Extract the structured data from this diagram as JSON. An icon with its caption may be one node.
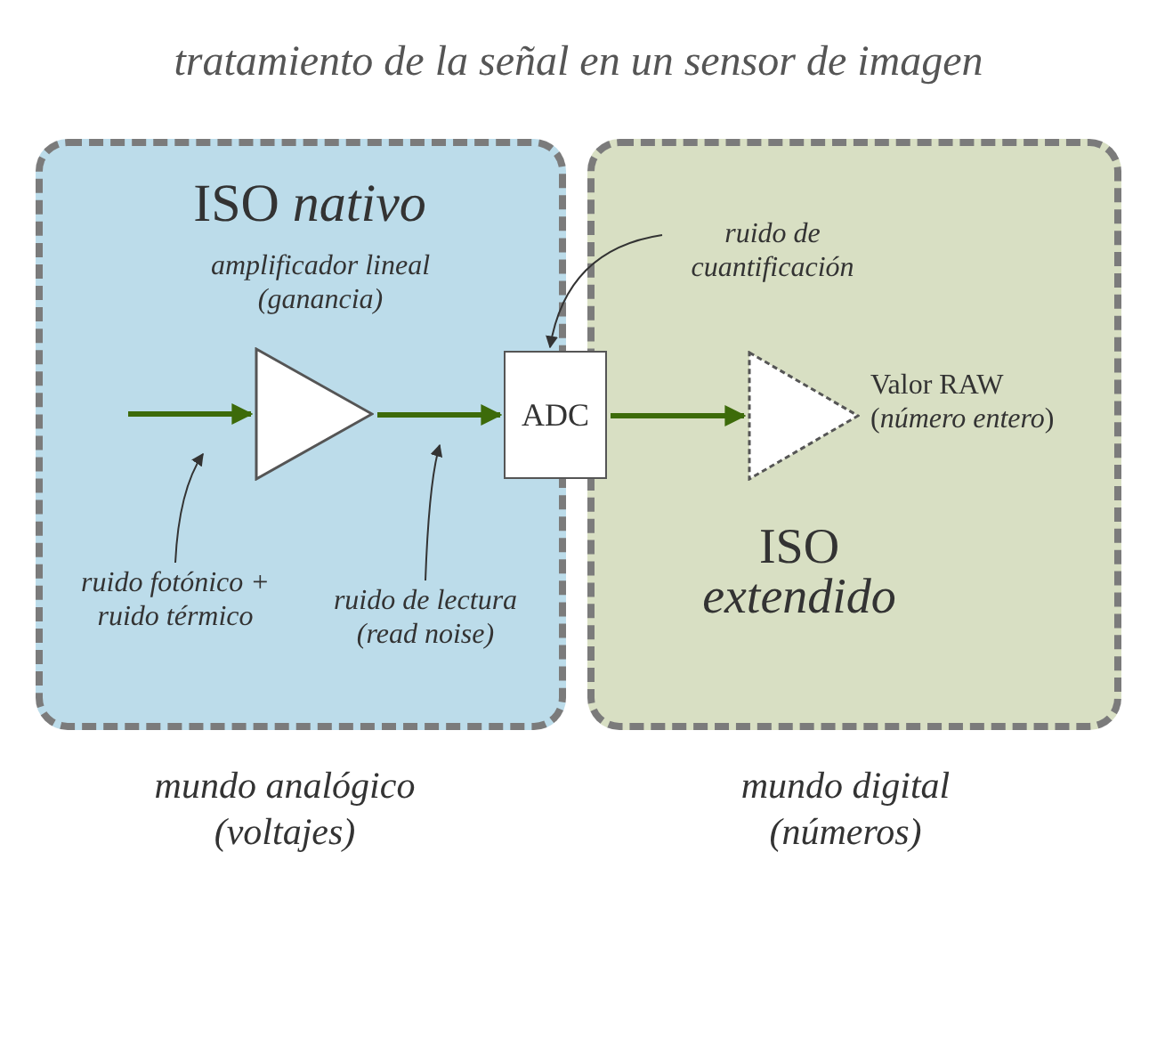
{
  "diagram": {
    "title": "tratamiento de la señal en un sensor de imagen",
    "nodes": [
      {
        "text": [
          "ISO *nativo*"
        ]
      },
      {
        "text": [
          "ISO *extendido*"
        ]
      },
      {
        "text": [
          "amplificador lineal (ganancia)"
        ],
        "in": 0
      },
      {
        "text": [
          "ADC"
        ]
      },
      {
        "text": [],
        "shape": "triangle",
        "in": 1,
        "beside": [
          "Valor RAW (*número entero*)"
        ]
      },
      {
        "text": [
          "ruido fotónico + ruido térmico"
        ],
        "in": 0
      },
      {
        "text": [
          "ruido de lectura (read noise)"
        ],
        "in": 0
      },
      {
        "text": [
          "ruido de cuantificación"
        ],
        "in": 1
      }
    ],
    "edges": [
      {
        "from": null,
        "to": 2,
        "arrow": "to",
        "style": "thick",
        "color": "#3d6b0a"
      },
      {
        "from": 2,
        "to": 3,
        "arrow": "to",
        "style": "thick",
        "color": "#3d6b0a"
      },
      {
        "from": 3,
        "to": 4,
        "arrow": "to",
        "style": "thick",
        "color": "#3d6b0a"
      },
      {
        "from": 5,
        "to": null,
        "arrow": "to"
      },
      {
        "from": 6,
        "to": null,
        "arrow": "to"
      },
      {
        "from": 7,
        "to": 3,
        "arrow": "to"
      }
    ],
    "labels": [
      "mundo analógico (voltajes)",
      "mundo digital (números)"
    ]
  }
}
